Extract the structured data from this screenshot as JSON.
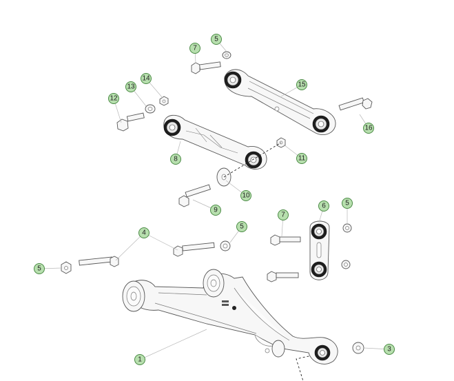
{
  "diagram": {
    "callouts": [
      {
        "id": "c1",
        "label": "1"
      },
      {
        "id": "c3",
        "label": "3"
      },
      {
        "id": "c4",
        "label": "4"
      },
      {
        "id": "c5a",
        "label": "5"
      },
      {
        "id": "c5b",
        "label": "5"
      },
      {
        "id": "c5c",
        "label": "5"
      },
      {
        "id": "c5d",
        "label": "5"
      },
      {
        "id": "c6",
        "label": "6"
      },
      {
        "id": "c7a",
        "label": "7"
      },
      {
        "id": "c7b",
        "label": "7"
      },
      {
        "id": "c8",
        "label": "8"
      },
      {
        "id": "c9",
        "label": "9"
      },
      {
        "id": "c10",
        "label": "10"
      },
      {
        "id": "c11",
        "label": "11"
      },
      {
        "id": "c12",
        "label": "12"
      },
      {
        "id": "c13",
        "label": "13"
      },
      {
        "id": "c14",
        "label": "14"
      },
      {
        "id": "c15",
        "label": "15"
      },
      {
        "id": "c16",
        "label": "16"
      }
    ],
    "colors": {
      "callout_fill": "#b7dfae",
      "callout_stroke": "#4a8a44",
      "line": "#555555",
      "bushing": "#1e1e1e"
    }
  }
}
